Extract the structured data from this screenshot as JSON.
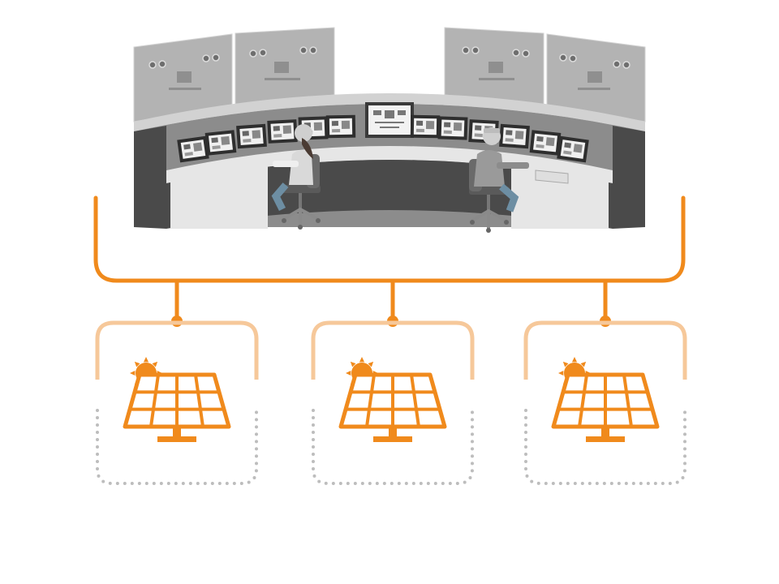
{
  "diagram": {
    "colors": {
      "accent": "#F08A1C",
      "accent_light": "#F6C89A",
      "dotted": "#BDBDBD",
      "wall_panel": "#B3B3B3",
      "wall_panel_light": "#D2D2D2",
      "console_dark": "#4A4A4A",
      "console_mid": "#8C8C8C",
      "console_light": "#E6E6E6",
      "screen": "#2E2E2E",
      "background": "#FFFFFF"
    },
    "nodes": [
      {
        "id": "control-room",
        "icon": "control-room-illustration"
      },
      {
        "id": "solar-site-1",
        "icon": "solar-panel-icon"
      },
      {
        "id": "solar-site-2",
        "icon": "solar-panel-icon"
      },
      {
        "id": "solar-site-3",
        "icon": "solar-panel-icon"
      }
    ],
    "connections": [
      {
        "from": "control-room",
        "to": "solar-site-1"
      },
      {
        "from": "control-room",
        "to": "solar-site-2"
      },
      {
        "from": "control-room",
        "to": "solar-site-3"
      }
    ]
  }
}
